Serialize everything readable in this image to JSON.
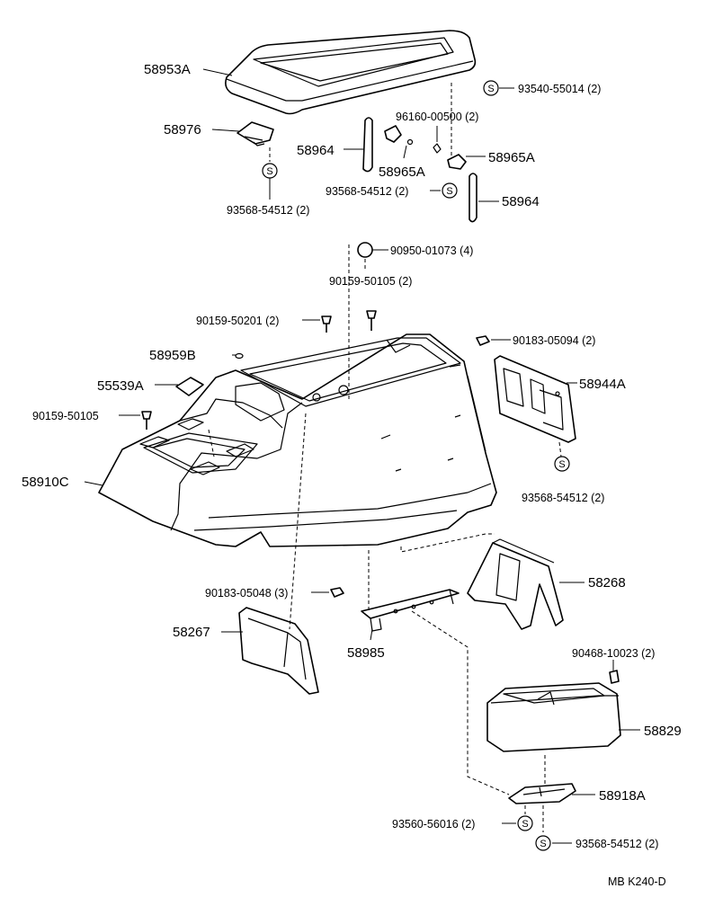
{
  "labels": {
    "l58953A": "58953A",
    "l93540": "93540-55014 (2)",
    "l96160": "96160-00500 (2)",
    "l58976": "58976",
    "l58964a": "58964",
    "l58965Aa": "58965A",
    "l58965Ab": "58965A",
    "l93568a": "93568-54512 (2)",
    "l93568b": "93568-54512 (2)",
    "l58964b": "58964",
    "l90950": "90950-01073 (4)",
    "l90159a": "90159-50105 (2)",
    "l90159b": "90159-50201 (2)",
    "l90183a": "90183-05094 (2)",
    "l58959B": "58959B",
    "l55539A": "55539A",
    "l58944A": "58944A",
    "l90159c": "90159-50105",
    "l58910C": "58910C",
    "l93568c": "93568-54512 (2)",
    "l90183b": "90183-05048 (3)",
    "l58268": "58268",
    "l58267": "58267",
    "l58985": "58985",
    "l90468": "90468-10023 (2)",
    "l58829": "58829",
    "l58918A": "58918A",
    "l93560": "93560-56016 (2)",
    "l93568d": "93568-54512 (2)"
  },
  "symbols": {
    "s": "S"
  },
  "footer": {
    "code": "MB  K240-D"
  }
}
